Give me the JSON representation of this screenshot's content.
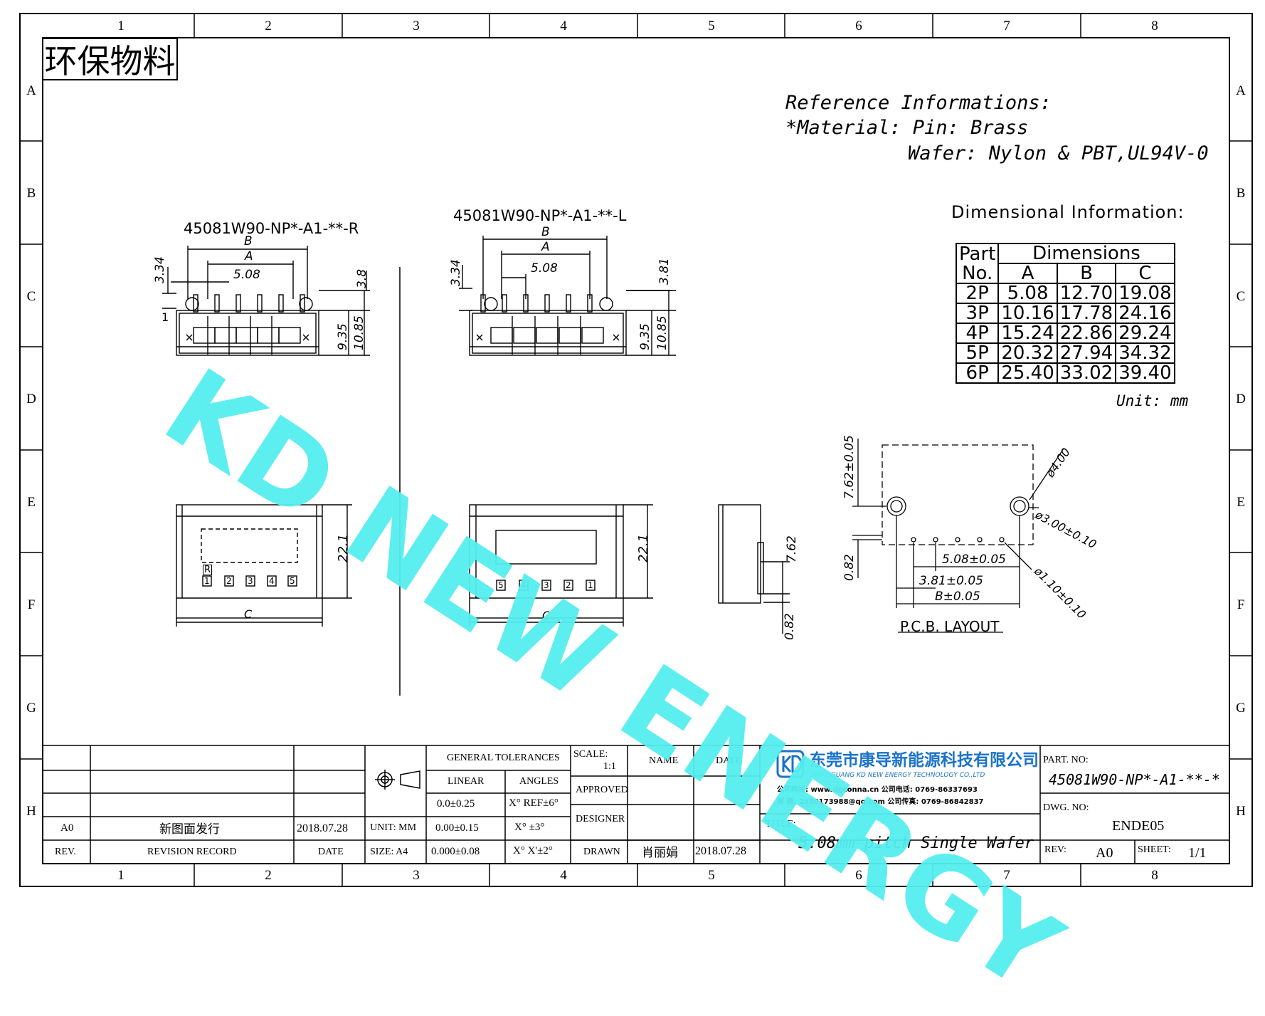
{
  "frame": {
    "col_labels": [
      "1",
      "2",
      "3",
      "4",
      "5",
      "6",
      "7",
      "8"
    ],
    "row_labels": [
      "A",
      "B",
      "C",
      "D",
      "E",
      "F",
      "G",
      "H"
    ]
  },
  "eco_label": "环保物料",
  "watermark": "KD NEW ENERGY",
  "reference": {
    "line1": "Reference Informations:",
    "line2": "*Material: Pin: Brass",
    "line3": "Wafer: Nylon & PBT,UL94V-0"
  },
  "dimensional": {
    "heading": "Dimensional Information:",
    "header_part": "Part",
    "header_no": "No.",
    "header_dimensions": "Dimensions",
    "columns": [
      "A",
      "B",
      "C"
    ],
    "rows": [
      {
        "part": "2P",
        "a": "5.08",
        "b": "12.70",
        "c": "19.08"
      },
      {
        "part": "3P",
        "a": "10.16",
        "b": "17.78",
        "c": "24.16"
      },
      {
        "part": "4P",
        "a": "15.24",
        "b": "22.86",
        "c": "29.24"
      },
      {
        "part": "5P",
        "a": "20.32",
        "b": "27.94",
        "c": "34.32"
      },
      {
        "part": "6P",
        "a": "25.40",
        "b": "33.02",
        "c": "39.40"
      }
    ],
    "unit": "Unit: mm"
  },
  "views": {
    "right_part_no": "45081W90-NP*-A1-**-R",
    "left_part_no": "45081W90-NP*-A1-**-L",
    "right_dims": {
      "b": "B",
      "a": "A",
      "pitch": "5.08",
      "top": "3.34",
      "pin": "3.8",
      "h1": "9.35",
      "h2": "10.85",
      "one": "1"
    },
    "left_dims": {
      "b": "B",
      "a": "A",
      "pitch": "5.08",
      "top": "3.34",
      "pin": "3.81",
      "h1": "9.35",
      "h2": "10.85"
    },
    "right_front": {
      "height": "22.1",
      "width": "C",
      "mark": "R",
      "pins": [
        "1",
        "2",
        "3",
        "4",
        "5"
      ]
    },
    "left_front": {
      "height": "22.1",
      "width": "C",
      "pins": [
        "5",
        "4",
        "3",
        "2",
        "1"
      ]
    },
    "side": {
      "pin_h": "7.62",
      "tail": "0.82"
    }
  },
  "pcb": {
    "title": "P.C.B. LAYOUT",
    "v1": "7.62±0.05",
    "v2": "0.82",
    "hole_big": "ø4.00",
    "hole_mid": "ø3.00±0.10",
    "hole_small": "ø1.10±0.10",
    "h1": "5.08±0.05",
    "h2": "3.81±0.05",
    "h3": "B±0.05"
  },
  "title_block": {
    "rev_code": "A0",
    "revision_text": "新图面发行",
    "revision_date": "2018.07.28",
    "col_rev": "REV.",
    "col_record": "REVISION RECORD",
    "col_date": "DATE",
    "gen_tol": "GENERAL TOLERANCES",
    "linear": "LINEAR",
    "angles": "ANGLES",
    "tol1": "0.0±0.25",
    "tol2": "0.00±0.15",
    "tol3": "0.000±0.08",
    "ang1": "X° REF±6°",
    "ang2": "X° ±3°",
    "ang3": "X° X'±2°",
    "unit": "UNIT: MM",
    "size": "SIZE: A4",
    "scale_label": "SCALE:",
    "scale_val": "1:1",
    "name": "NAME",
    "date": "DATE",
    "approved": "APPROVED",
    "designer": "DESIGNER",
    "drawn": "DRAWN",
    "drawn_name": "肖丽娟",
    "drawn_date": "2018.07.28",
    "company_cn": "东莞市康导新能源科技有限公司",
    "company_en": "DONGGUANG KD NEW ENERGY TECHNOLOGY CO.,LTD",
    "contact1": "公司网址: www.dgconna.cn   公司电话: 0769-86337693",
    "contact2": "邮    箱: 2880173988@qq.com   公司传真: 0769-86842837",
    "title_label": "TITLE:",
    "title": "5.08mm pitch Single Wafer",
    "part_no_label": "PART. NO:",
    "part_no": "45081W90-NP*-A1-**-*",
    "dwg_label": "DWG. NO:",
    "dwg_no": "ENDE05",
    "rev_label": "REV:",
    "rev": "A0",
    "sheet_label": "SHEET:",
    "sheet": "1/1"
  },
  "colors": {
    "watermark": "#55eef0",
    "logo": "#1a73c8"
  }
}
